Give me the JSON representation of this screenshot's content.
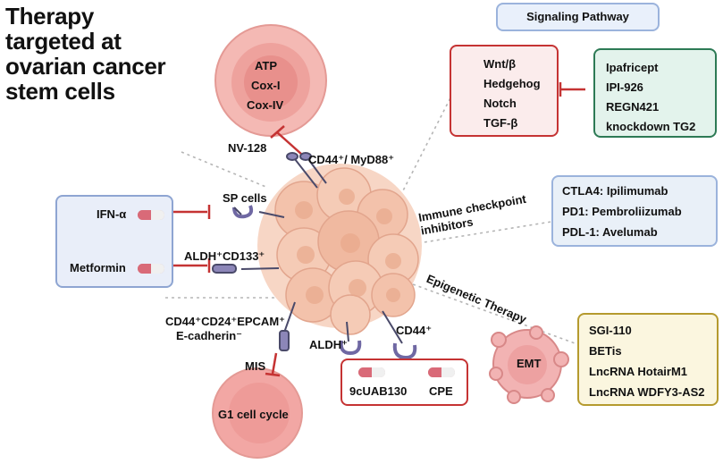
{
  "title": "Therapy targeted at ovarian cancer stem cells",
  "signaling_header": "Signaling Pathway",
  "pathways": [
    {
      "label": "Wnt/β",
      "icon": "wnt-icon",
      "color": "#7b4fa6"
    },
    {
      "label": "Hedgehog",
      "icon": "hedgehog-icon",
      "color": "#2f6fa8"
    },
    {
      "label": "Notch",
      "icon": "notch-icon",
      "color": "#4a8a3a"
    },
    {
      "label": "TGF-β",
      "icon": "tgf-beta-icon",
      "color": "#2f4f9a"
    }
  ],
  "pathway_inhibitors": [
    "Ipafricept",
    "IPI-926",
    "REGN421",
    "knockdown TG2"
  ],
  "mito": {
    "labels": [
      "ATP",
      "Cox-I",
      "Cox-IV"
    ],
    "drug": "NV-128",
    "marker": "CD44⁺/ MyD88⁺"
  },
  "immune": {
    "label": "Immune checkpoint inhibitors",
    "items": [
      "CTLA4: Ipilimumab",
      "PD1: Pembroliizumab",
      "PDL-1: Avelumab"
    ]
  },
  "epigenetic": {
    "label": "Epigenetic Therapy",
    "items": [
      "SGI-110",
      "BETis",
      "LncRNA HotairM1",
      "LncRNA WDFY3-AS2"
    ],
    "emt": "EMT"
  },
  "left": {
    "sp_cells": "SP cells",
    "aldh_cd133": "ALDH⁺CD133⁺",
    "drugs": [
      "IFN-α",
      "Metformin"
    ]
  },
  "bottom": {
    "markers": "CD44⁺CD24⁺EPCAM⁺",
    "ecadherin": "E-cadherin⁻",
    "mis": "MIS",
    "g1": "G1 cell cycle",
    "aldh": "ALDH⁺",
    "cd44": "CD44⁺",
    "drugs": [
      "9cUAB130",
      "CPE"
    ]
  },
  "colors": {
    "inhibit": "#c53333",
    "cell": "#f3c7b0",
    "cell_dark": "#e1a58c",
    "receptor": "#7a6fa8",
    "bad_cell": "#ef9999"
  }
}
